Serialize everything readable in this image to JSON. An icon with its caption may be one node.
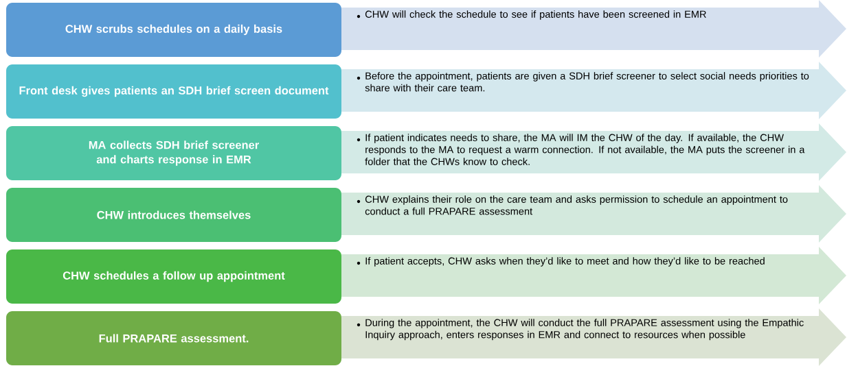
{
  "diagram": {
    "nodes": [
      {
        "text": [
          "CHW scrubs schedules on a daily basis"
        ]
      },
      {
        "text": [
          "CHW will check the schedule to see if patients have been screened in EMR"
        ]
      },
      {
        "text": [
          "Front desk gives patients an SDH brief screen document"
        ]
      },
      {
        "text": [
          "Before the appointment, patients are given a SDH brief screener to select social needs priorities to share with their care team."
        ]
      },
      {
        "text": [
          "MA collects SDH brief screener and charts response in EMR"
        ]
      },
      {
        "text": [
          "If patient indicates needs to share, the MA will IM the CHW of the day. If available, the CHW responds to the MA to request a warm connection.  If not available, the MA puts the screener in a folder that the CHWs know to check."
        ]
      },
      {
        "text": [
          "CHW introduces themselves"
        ]
      },
      {
        "text": [
          "CHW explains their role on the care team and asks permission to schedule an appointment to conduct a full PRAPARE assessment"
        ]
      },
      {
        "text": [
          "CHW schedules a follow up appointment"
        ]
      },
      {
        "text": [
          "If patient accepts, CHW asks when they’d like to meet and how they’d like to be reached"
        ]
      },
      {
        "text": [
          "Full PRAPARE assessment."
        ]
      },
      {
        "text": [
          "During the appointment, the CHW will conduct the full PRAPARE assessment using the Empathic Inquiry approach, enters responses in EMR and connect to resources when possible"
        ]
      }
    ]
  }
}
